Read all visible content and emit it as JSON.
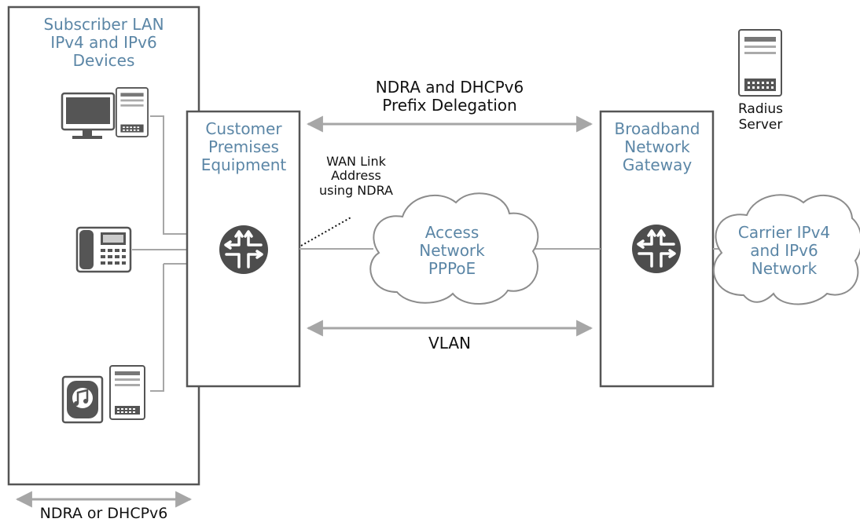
{
  "subscriber_lan": {
    "line1": "Subscriber LAN",
    "line2": "IPv4 and IPv6",
    "line3": "Devices"
  },
  "cpe": {
    "line1": "Customer",
    "line2": "Premises",
    "line3": "Equipment",
    "icon": "router-icon"
  },
  "bng": {
    "line1": "Broadband",
    "line2": "Network",
    "line3": "Gateway",
    "icon": "router-icon"
  },
  "radius": {
    "line1": "Radius",
    "line2": "Server",
    "icon": "server-icon"
  },
  "access_network": {
    "line1": "Access",
    "line2": "Network",
    "line3": "PPPoE"
  },
  "carrier_network": {
    "line1": "Carrier IPv4",
    "line2": "and IPv6",
    "line3": "Network"
  },
  "top_arrow": {
    "line1": "NDRA and DHCPv6",
    "line2": "Prefix Delegation"
  },
  "wan_link": {
    "line1": "WAN Link",
    "line2": "Address",
    "line3": "using NDRA"
  },
  "bottom_arrow": {
    "label": "VLAN"
  },
  "lan_arrow": {
    "label": "NDRA or DHCPv6"
  },
  "devices": [
    {
      "icon": "desktop-computer-icon"
    },
    {
      "icon": "ip-phone-icon"
    },
    {
      "icon": "media-player-icon"
    }
  ],
  "colors": {
    "box_stroke": "#555555",
    "label_blue": "#5b86a6",
    "arrow": "#a6a6a6",
    "router_fill": "#4d4d4d",
    "cloud_stroke": "#8c8c8c"
  }
}
